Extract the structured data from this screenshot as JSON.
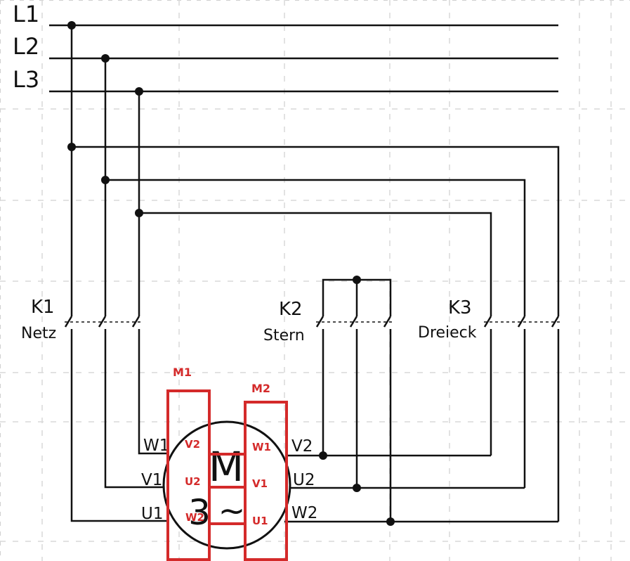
{
  "colors": {
    "wire": "#111111",
    "overlay": "#d42a2a",
    "grid": "#d9d9d9"
  },
  "phases": [
    "L1",
    "L2",
    "L3"
  ],
  "contactors": {
    "k1": {
      "id": "K1",
      "name": "Netz"
    },
    "k2": {
      "id": "K2",
      "name": "Stern"
    },
    "k3": {
      "id": "K3",
      "name": "Dreieck"
    }
  },
  "terminals": {
    "left": [
      "W1",
      "V1",
      "U1"
    ],
    "right": [
      "V2",
      "U2",
      "W2"
    ]
  },
  "motor": {
    "letter": "M",
    "phase_count": "3",
    "ac_symbol": "~"
  },
  "overlays": {
    "m1": {
      "title": "M1",
      "terminals": [
        "V2",
        "U2",
        "W2"
      ]
    },
    "m2": {
      "title": "M2",
      "terminals": [
        "W1",
        "V1",
        "U1"
      ]
    }
  }
}
